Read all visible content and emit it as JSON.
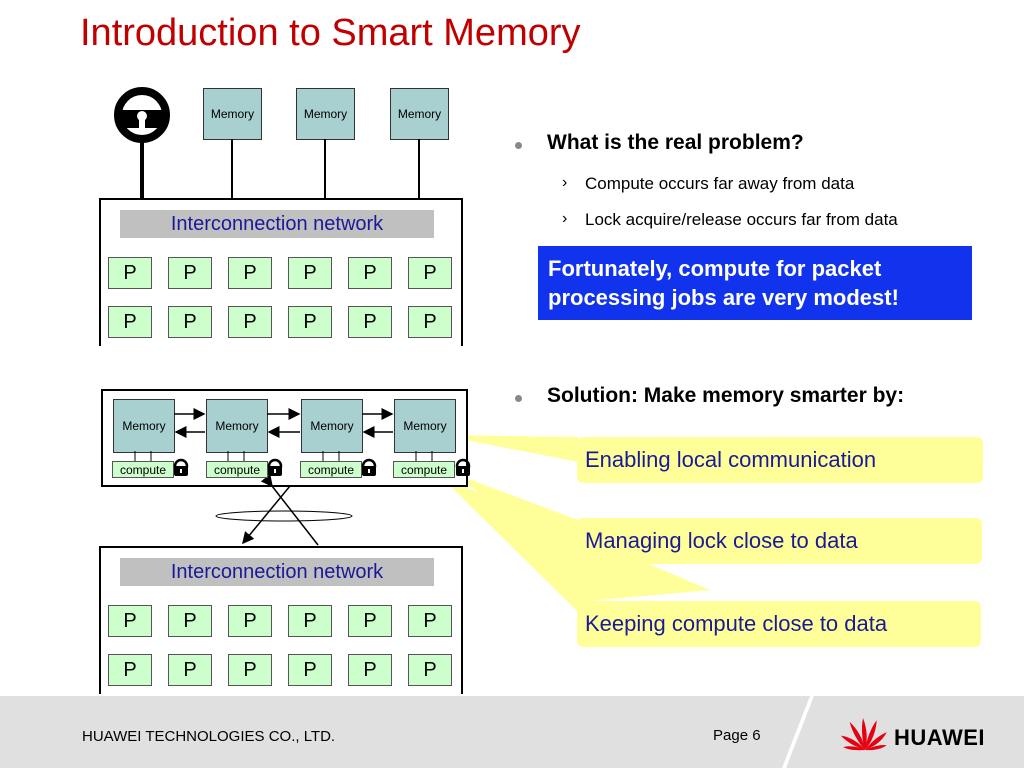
{
  "title": "Introduction to Smart Memory",
  "diagram_top": {
    "memory_label": "Memory",
    "network_label": "Interconnection network",
    "processor_label": "P"
  },
  "diagram_bottom": {
    "memory_label": "Memory",
    "compute_label": "compute",
    "network_label": "Interconnection network",
    "processor_label": "P"
  },
  "bullets": {
    "problem": {
      "heading": "What is the real problem?",
      "items": [
        "Compute occurs far away from data",
        "Lock acquire/release occurs far from data"
      ],
      "marker": "›"
    },
    "callout": "Fortunately, compute for packet processing jobs are very modest!",
    "solution": {
      "heading": "Solution: Make memory smarter by:"
    },
    "features": [
      "Enabling local communication",
      "Managing lock close to data",
      "Keeping compute close to data"
    ]
  },
  "footer": {
    "company": "HUAWEI TECHNOLOGIES CO., LTD.",
    "page": "Page 6",
    "brand": "HUAWEI"
  },
  "colors": {
    "title": "#c00000",
    "memory": "#a8d0d0",
    "processor": "#ccffcc",
    "network": "#c0c0c0",
    "network_text": "#1a1a99",
    "callout_bg": "#1133ee",
    "feature_bg": "#ffff99",
    "logo": "#e60012"
  },
  "icons": [
    "lock-icon",
    "huawei-logo-icon",
    "bullet-dot-icon"
  ]
}
